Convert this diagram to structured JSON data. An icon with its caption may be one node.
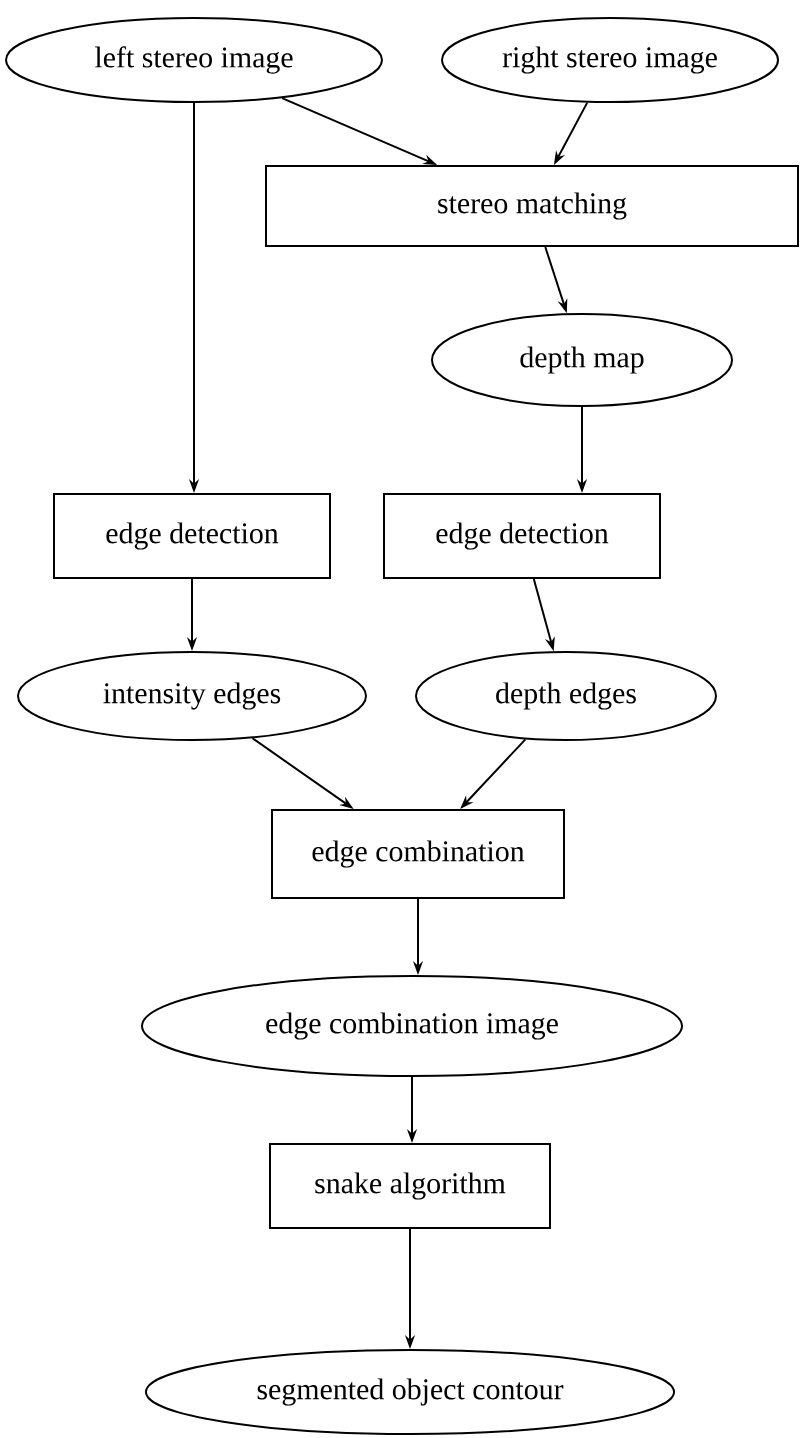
{
  "diagram": {
    "nodes": [
      {
        "text": [
          "left stereo image"
        ]
      },
      {
        "text": [
          "right stereo image"
        ]
      },
      {
        "text": [
          "stereo matching"
        ]
      },
      {
        "text": [
          "depth map"
        ]
      },
      {
        "text": [
          "edge detection"
        ]
      },
      {
        "text": [
          "edge detection"
        ]
      },
      {
        "text": [
          "intensity edges"
        ]
      },
      {
        "text": [
          "depth edges"
        ]
      },
      {
        "text": [
          "edge combination"
        ]
      },
      {
        "text": [
          "edge combination image"
        ]
      },
      {
        "text": [
          "snake algorithm"
        ]
      },
      {
        "text": [
          "segmented object contour"
        ]
      }
    ],
    "edges": [
      {
        "from": 0,
        "to": 2,
        "arrow": "to"
      },
      {
        "from": 1,
        "to": 2,
        "arrow": "to"
      },
      {
        "from": 2,
        "to": 3,
        "arrow": "to"
      },
      {
        "from": 0,
        "to": 4,
        "arrow": "to"
      },
      {
        "from": 3,
        "to": 5,
        "arrow": "to"
      },
      {
        "from": 4,
        "to": 6,
        "arrow": "to"
      },
      {
        "from": 5,
        "to": 7,
        "arrow": "to"
      },
      {
        "from": 6,
        "to": 8,
        "arrow": "to"
      },
      {
        "from": 7,
        "to": 8,
        "arrow": "to"
      },
      {
        "from": 8,
        "to": 9,
        "arrow": "to"
      },
      {
        "from": 9,
        "to": 10,
        "arrow": "to"
      },
      {
        "from": 10,
        "to": 11,
        "arrow": "to"
      }
    ]
  }
}
